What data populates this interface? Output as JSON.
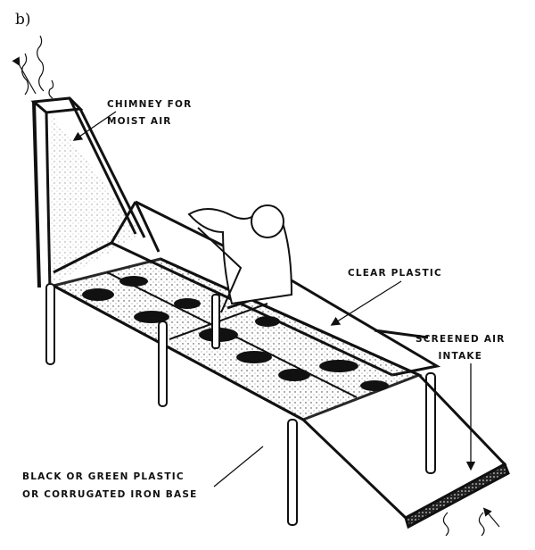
{
  "figure": {
    "panel_label": "b)",
    "subject": "solar dryer with chimney",
    "colors": {
      "ink": "#111111",
      "background": "#ffffff"
    }
  },
  "labels": {
    "chimney": {
      "line1": "CHIMNEY FOR",
      "line2": "MOIST AIR"
    },
    "clear_plastic": "CLEAR PLASTIC",
    "air_intake": {
      "line1": "SCREENED AIR",
      "line2": "INTAKE"
    },
    "base": {
      "line1": "BLACK OR GREEN PLASTIC",
      "line2": "OR CORRUGATED IRON BASE"
    }
  }
}
